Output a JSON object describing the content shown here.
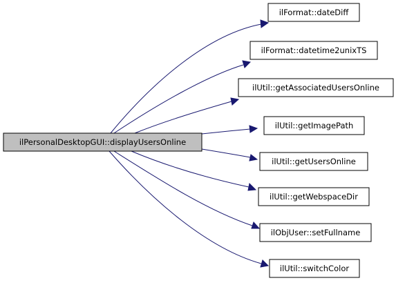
{
  "diagram": {
    "root": {
      "label": "ilPersonalDesktopGUI::displayUsersOnline",
      "fill": "#bfbfbf"
    },
    "callees": [
      {
        "label": "ilFormat::dateDiff"
      },
      {
        "label": "ilFormat::datetime2unixTS"
      },
      {
        "label": "ilUtil::getAssociatedUsersOnline"
      },
      {
        "label": "ilUtil::getImagePath"
      },
      {
        "label": "ilUtil::getUsersOnline"
      },
      {
        "label": "ilUtil::getWebspaceDir"
      },
      {
        "label": "ilObjUser::setFullname"
      },
      {
        "label": "ilUtil::switchColor"
      }
    ],
    "colors": {
      "node_fill": "#ffffff",
      "node_border": "#000000",
      "edge": "#191970"
    }
  }
}
